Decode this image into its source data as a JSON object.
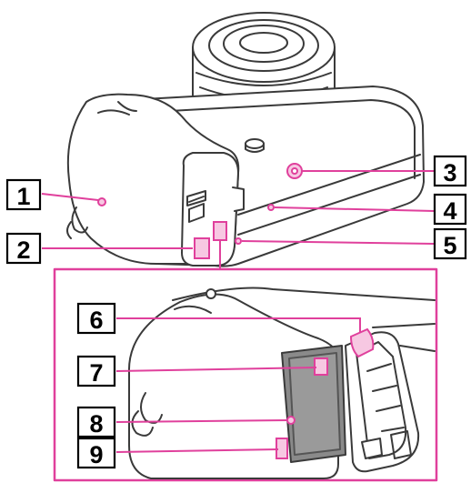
{
  "callouts": [
    {
      "id": "c1",
      "label": "1"
    },
    {
      "id": "c2",
      "label": "2"
    },
    {
      "id": "c3",
      "label": "3"
    },
    {
      "id": "c4",
      "label": "4"
    },
    {
      "id": "c5",
      "label": "5"
    },
    {
      "id": "c6",
      "label": "6"
    },
    {
      "id": "c7",
      "label": "7"
    },
    {
      "id": "c8",
      "label": "8"
    },
    {
      "id": "c9",
      "label": "9"
    }
  ],
  "colors": {
    "outline": "#3a3a3a",
    "accent": "#e0409c",
    "accent_fill": "#f7c8e2",
    "shade": "#999999",
    "dark": "#8a8a8a"
  }
}
